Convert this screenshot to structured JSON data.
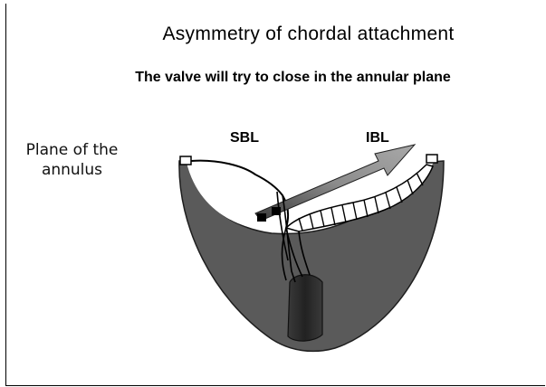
{
  "title": "Asymmetry of chordal attachment",
  "subtitle": "The valve will try to close in the annular plane",
  "labels": {
    "sbl": "SBL",
    "ibl": "IBL",
    "plane_line1": "Plane of the",
    "plane_line2": "annulus"
  },
  "colors": {
    "ventricle": "#5a5a5a",
    "arrow": "#8a8a8a",
    "muscle": "#2e2e2e"
  }
}
